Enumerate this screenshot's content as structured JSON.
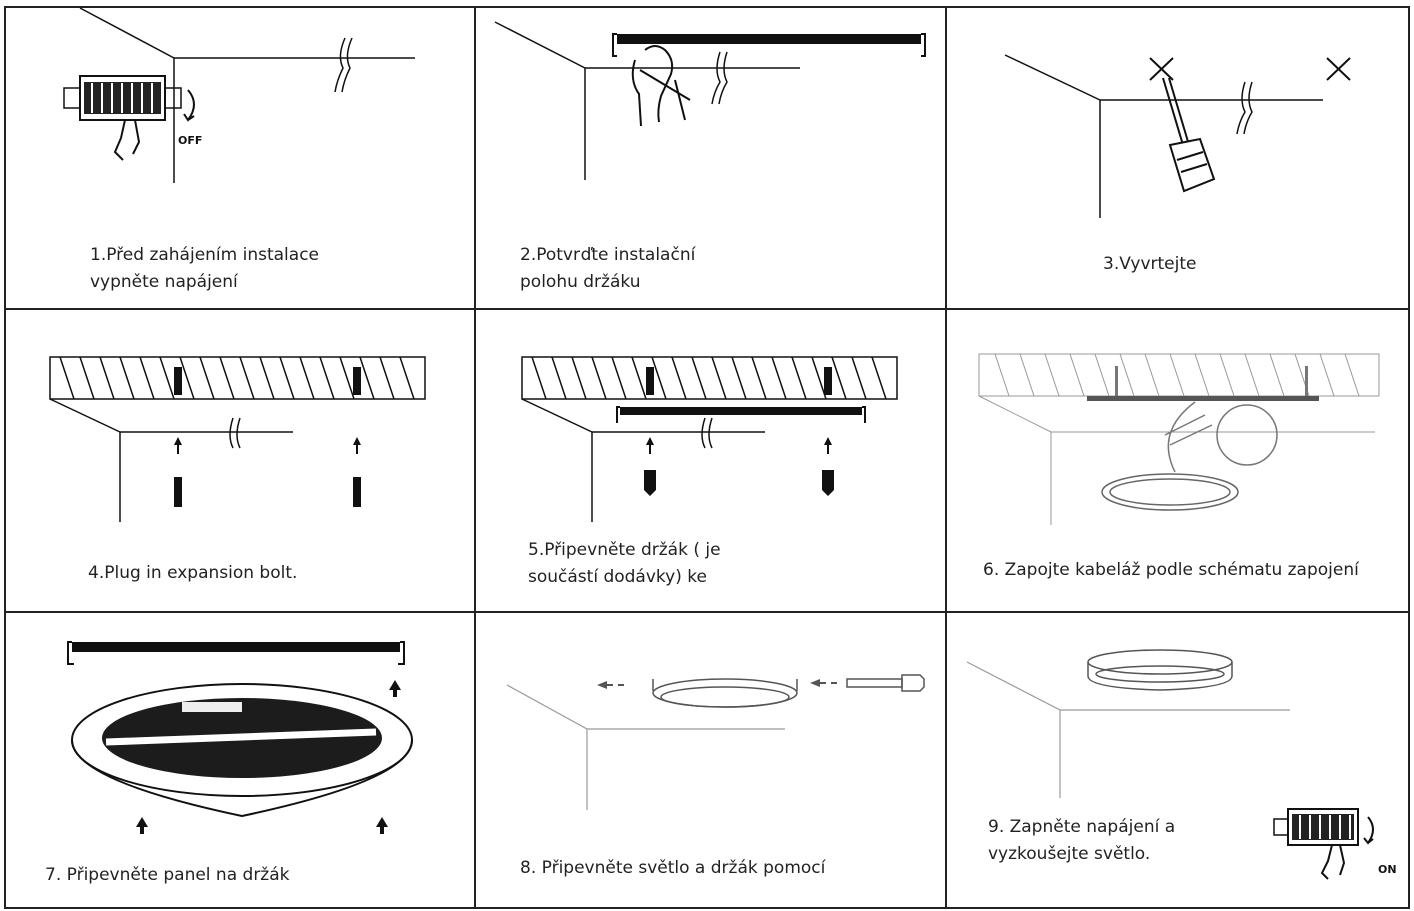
{
  "steps": [
    {
      "caption": "1.Před zahájením instalace\n   vypněte napájení",
      "switch_label": "OFF"
    },
    {
      "caption": "2.Potvrďte instalační\n   polohu držáku"
    },
    {
      "caption": "3.Vyvrtejte"
    },
    {
      "caption": "4.Plug in expansion bolt."
    },
    {
      "caption": "5.Připevněte držák ( je\n   součástí dodávky) ke"
    },
    {
      "caption": "6. Zapojte kabeláž podle schématu zapojení"
    },
    {
      "caption": "7. Připevněte panel na držák"
    },
    {
      "caption": "8. Připevněte světlo a držák pomocí"
    },
    {
      "caption": "9. Zapněte napájení a\nvyzkoušejte světlo.",
      "switch_label": "ON"
    }
  ]
}
